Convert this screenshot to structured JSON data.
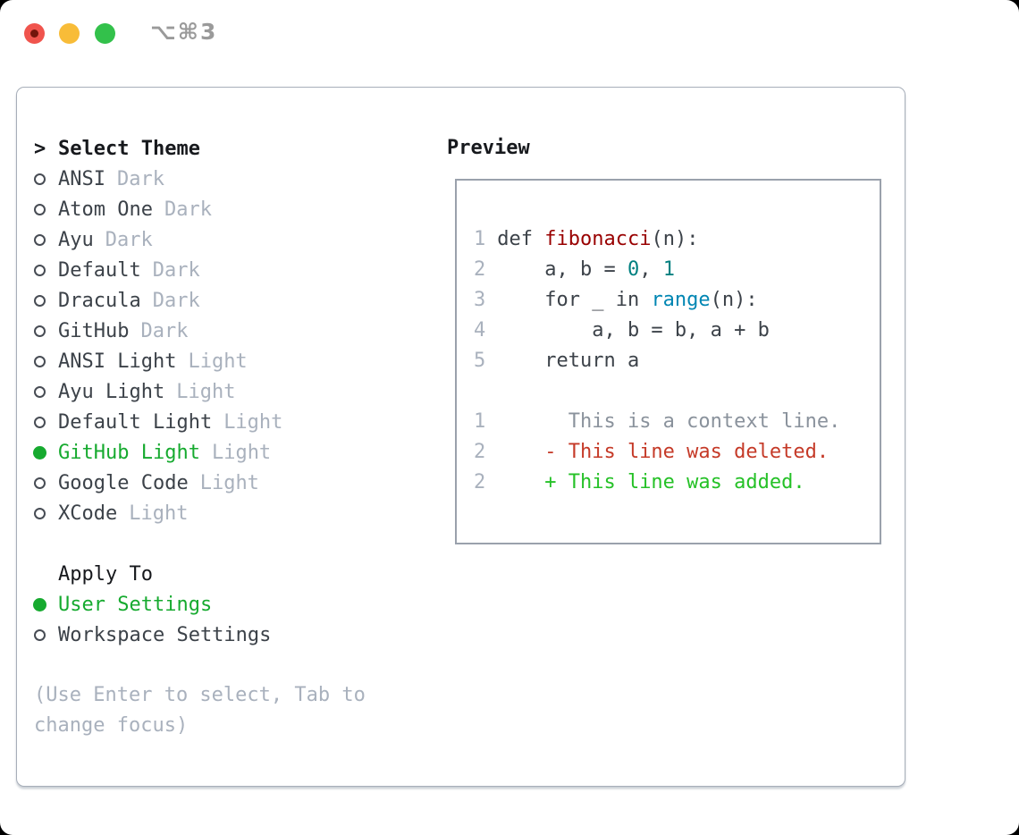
{
  "window": {
    "title": "⌥⌘3",
    "traffic_lights": [
      "close",
      "minimize",
      "zoom"
    ]
  },
  "theme_panel": {
    "header_prefix": ">",
    "header": "Select Theme",
    "themes": [
      {
        "name": "ANSI",
        "variant": "Dark",
        "selected": false
      },
      {
        "name": "Atom One",
        "variant": "Dark",
        "selected": false
      },
      {
        "name": "Ayu",
        "variant": "Dark",
        "selected": false
      },
      {
        "name": "Default",
        "variant": "Dark",
        "selected": false
      },
      {
        "name": "Dracula",
        "variant": "Dark",
        "selected": false
      },
      {
        "name": "GitHub",
        "variant": "Dark",
        "selected": false
      },
      {
        "name": "ANSI Light",
        "variant": "Light",
        "selected": false
      },
      {
        "name": "Ayu Light",
        "variant": "Light",
        "selected": false
      },
      {
        "name": "Default Light",
        "variant": "Light",
        "selected": false
      },
      {
        "name": "GitHub Light",
        "variant": "Light",
        "selected": true
      },
      {
        "name": "Google Code",
        "variant": "Light",
        "selected": false
      },
      {
        "name": "XCode",
        "variant": "Light",
        "selected": false
      }
    ],
    "apply_to": {
      "header": "Apply To",
      "options": [
        {
          "label": "User Settings",
          "selected": true
        },
        {
          "label": "Workspace Settings",
          "selected": false
        }
      ]
    },
    "hint_lines": [
      "(Use Enter to select, Tab to",
      "change focus)"
    ]
  },
  "preview": {
    "header": "Preview",
    "lines": [
      {
        "num": "1",
        "segs": [
          [
            "def ",
            "d"
          ],
          [
            "fibonacci",
            "fn"
          ],
          [
            "(n):",
            "d"
          ]
        ]
      },
      {
        "num": "2",
        "segs": [
          [
            "    a, b = ",
            "d"
          ],
          [
            "0",
            "num"
          ],
          [
            ", ",
            "d"
          ],
          [
            "1",
            "num"
          ]
        ]
      },
      {
        "num": "3",
        "segs": [
          [
            "    for _ in ",
            "d"
          ],
          [
            "range",
            "bi"
          ],
          [
            "(n):",
            "d"
          ]
        ]
      },
      {
        "num": "4",
        "segs": [
          [
            "        a, b = b, a + b",
            "d"
          ]
        ]
      },
      {
        "num": "5",
        "segs": [
          [
            "    return a",
            "d"
          ]
        ]
      },
      {
        "num": "",
        "segs": []
      },
      {
        "num": "1",
        "segs": [
          [
            "      This is a context line.",
            "ctx"
          ]
        ]
      },
      {
        "num": "2",
        "segs": [
          [
            "    - This line was deleted.",
            "del"
          ]
        ]
      },
      {
        "num": "2",
        "segs": [
          [
            "    + This line was added.",
            "add"
          ]
        ]
      }
    ]
  },
  "colors": {
    "selection_green": "#16aa2f",
    "traffic_red": "#f0544d",
    "traffic_yellow": "#f8bc38",
    "traffic_green": "#33c14b",
    "panel_border": "#a7aeb9",
    "muted_text": "#a9b1bd",
    "syntax": {
      "d": "#3c4249",
      "fn": "#990000",
      "num": "#008080",
      "bi": "#0086b3",
      "ctx": "#8a929c",
      "del": "#c53a28",
      "add": "#25c127"
    }
  }
}
